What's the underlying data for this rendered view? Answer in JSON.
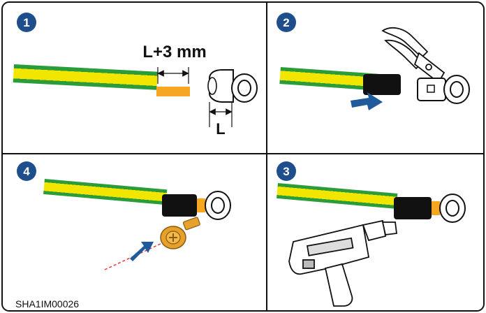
{
  "steps": [
    {
      "panel": "top-left",
      "number": "1"
    },
    {
      "panel": "top-right",
      "number": "2"
    },
    {
      "panel": "bottom-left",
      "number": "4"
    },
    {
      "panel": "bottom-right",
      "number": "3"
    }
  ],
  "labels": {
    "strip_length": "L+3 mm",
    "terminal_length": "L",
    "figure_id": "SHA1IM00026"
  },
  "colors": {
    "cable_green": "#2a9d3a",
    "cable_yellow": "#f2e600",
    "conductor": "#f5a623",
    "heat_shrink": "#111111",
    "arrow_blue": "#1f5a9c",
    "badge": "#1f4e8c",
    "screw": "#e6a12a",
    "guide_line": "#e03a3a"
  },
  "icons": [
    "step-1-badge",
    "step-2-badge",
    "step-3-badge",
    "step-4-badge",
    "ring-terminal-icon",
    "crimping-tool-icon",
    "heat-gun-icon",
    "screw-icon",
    "push-arrow-icon"
  ]
}
